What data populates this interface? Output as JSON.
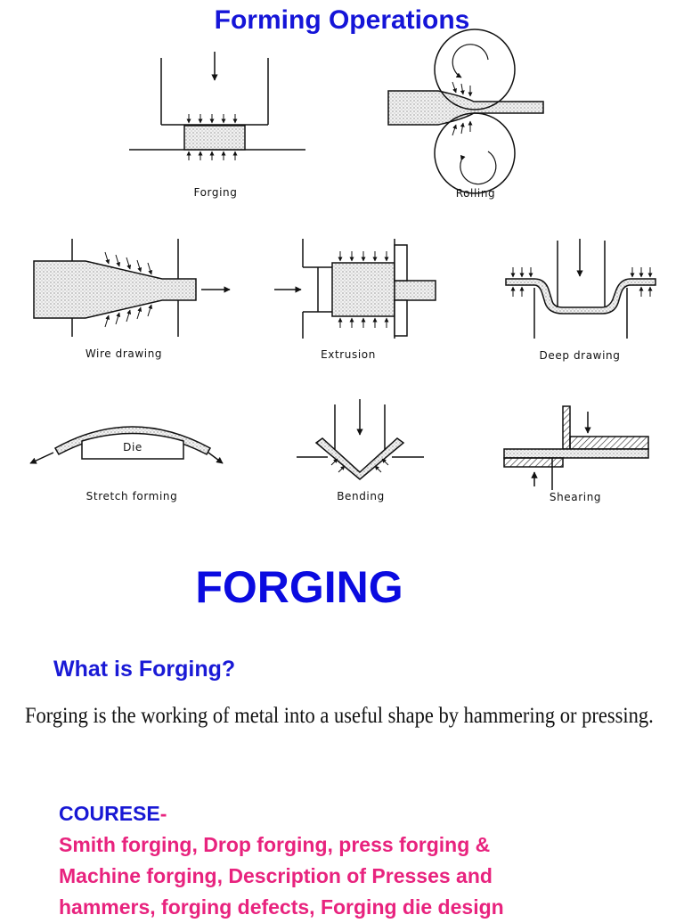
{
  "page": {
    "title": "Forming Operations",
    "section_title": "FORGING",
    "question": "What is Forging?",
    "definition": "Forging is the working of metal into a useful shape by hammering or pressing.",
    "course_label": "COURESE",
    "course_dash": "-",
    "course_text": " Smith forging, Drop forging, press forging & Machine forging, Description of Presses and hammers, forging defects, Forging die design"
  },
  "diagrams": {
    "forging": "Forging",
    "rolling": "Rolling",
    "wire_drawing": "Wire drawing",
    "extrusion": "Extrusion",
    "deep_drawing": "Deep drawing",
    "stretch_forming": "Stretch forming",
    "die": "Die",
    "bending": "Bending",
    "shearing": "Shearing"
  },
  "colors": {
    "title_blue": "#1515d8",
    "heading_blue": "#0b0be0",
    "course_pink": "#e8237e"
  }
}
